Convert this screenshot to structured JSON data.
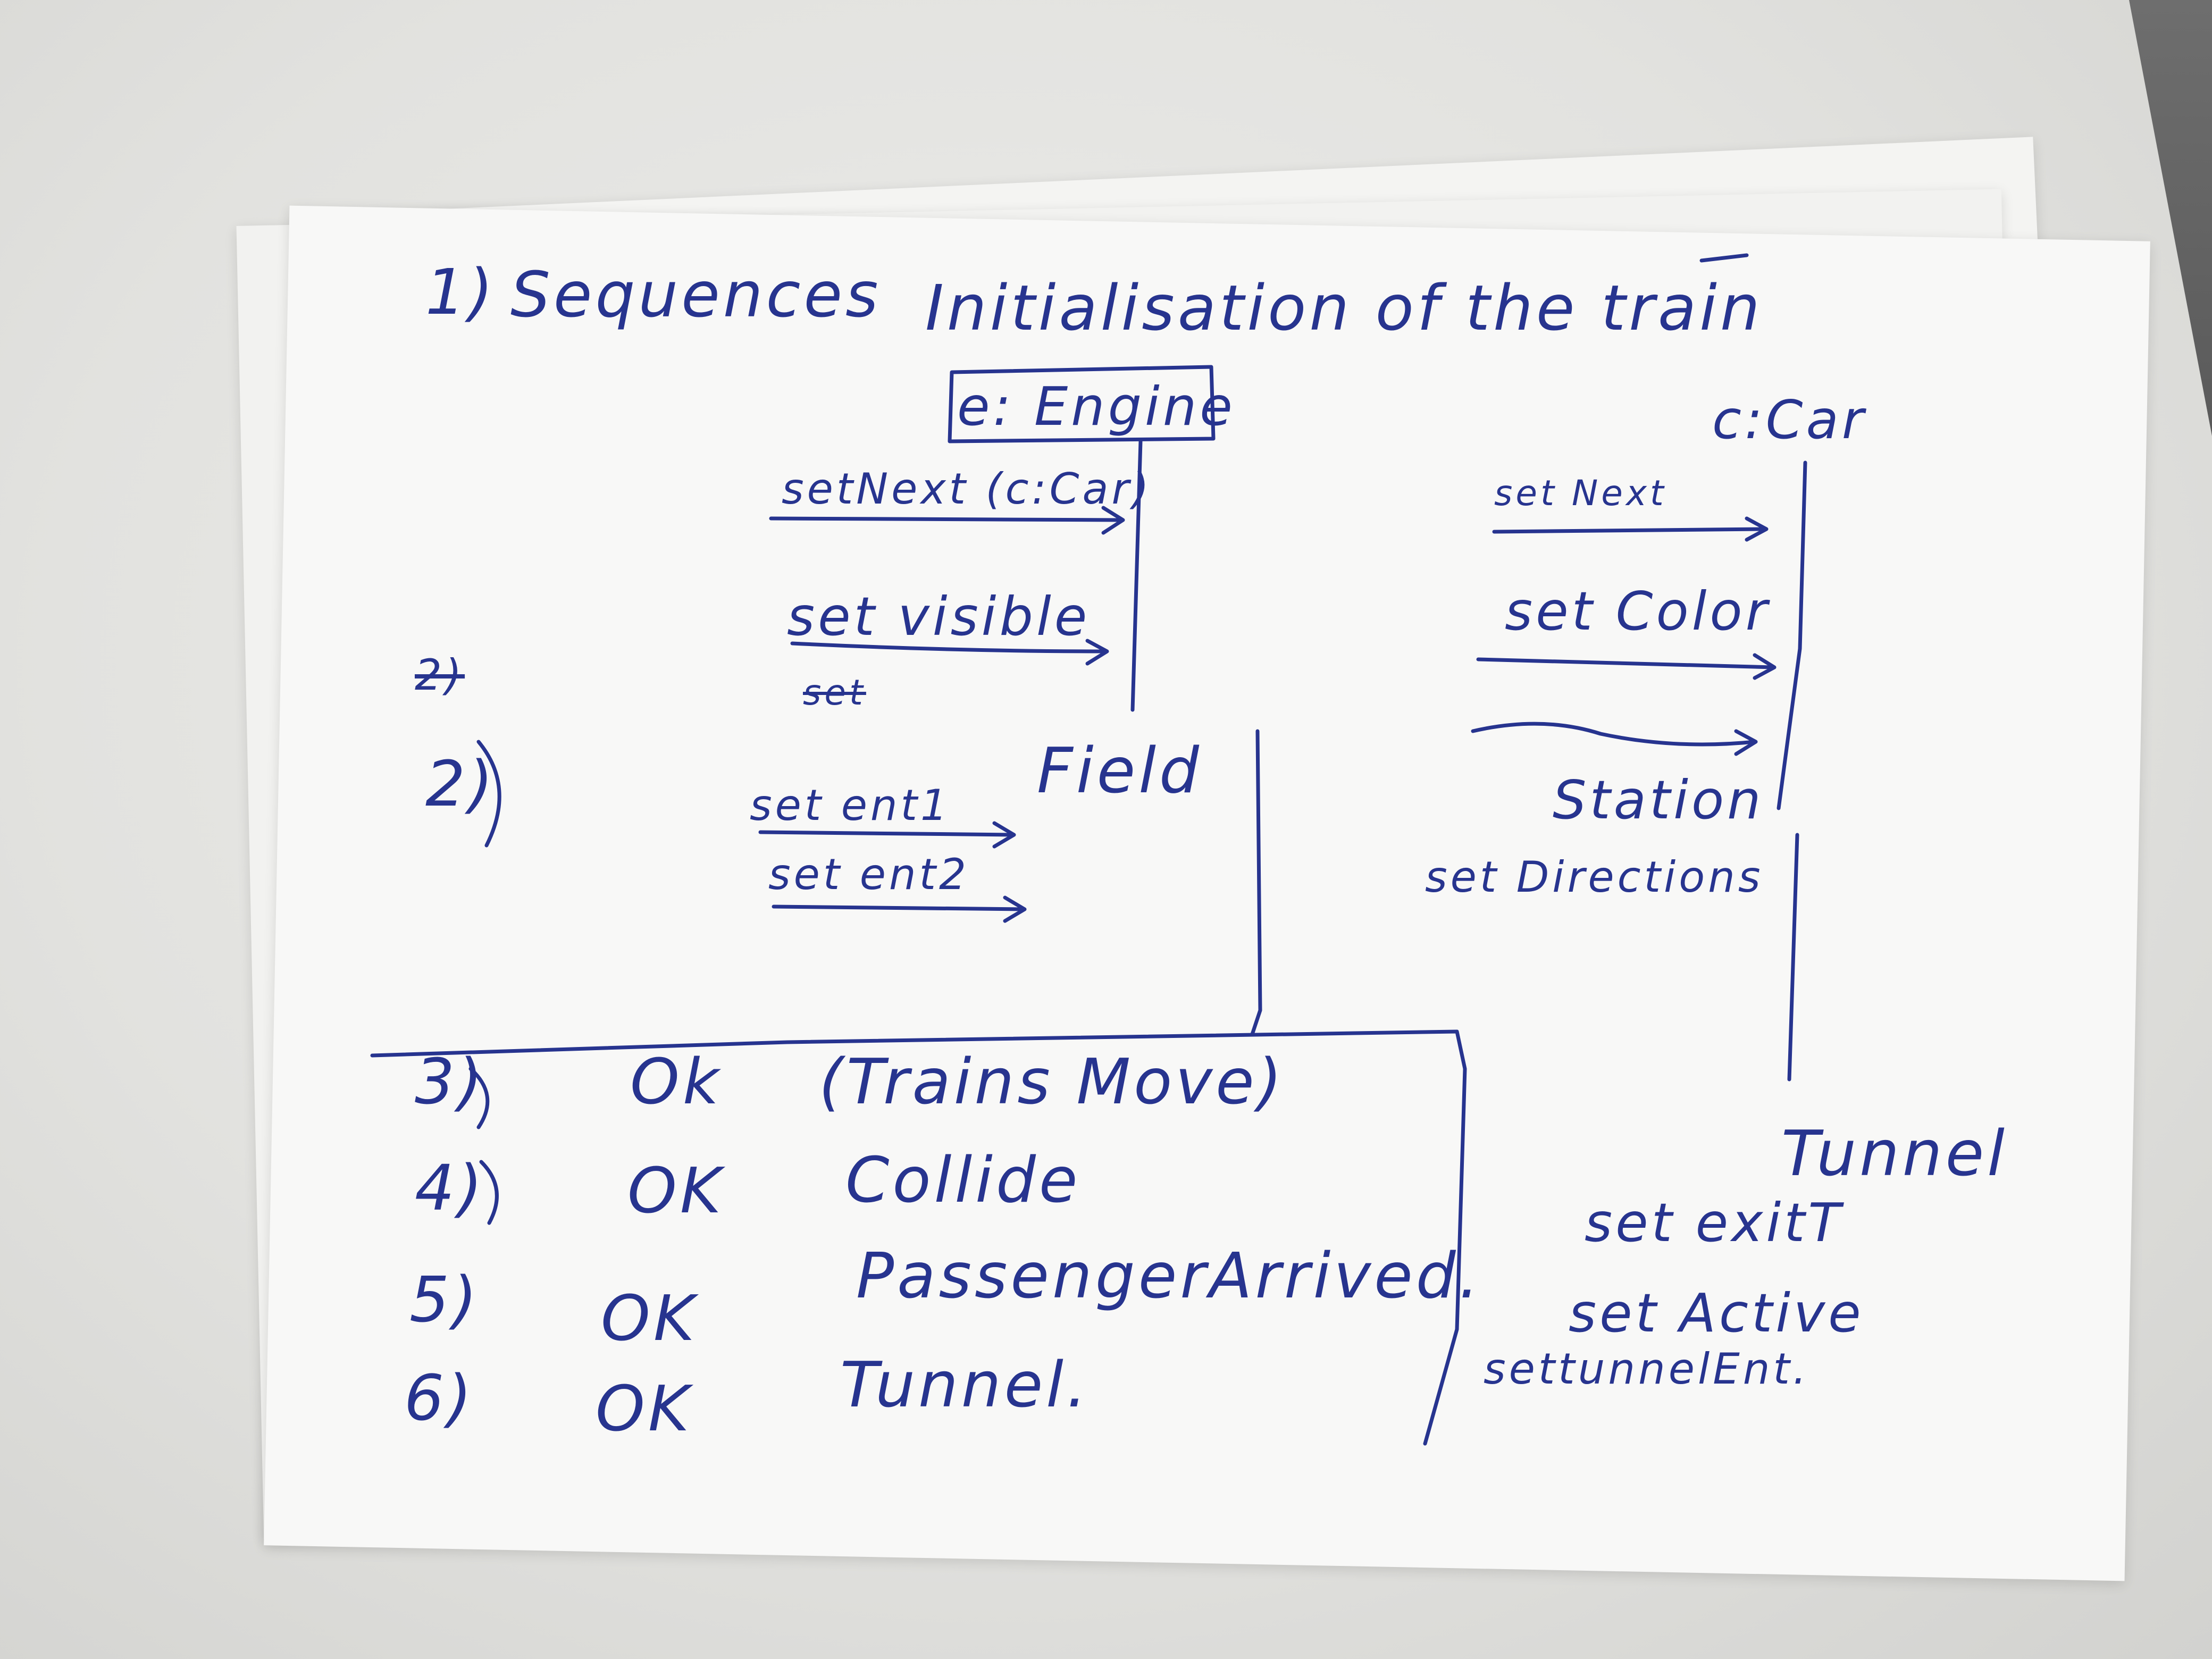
{
  "heading": {
    "number": "1)",
    "title": "Sequences",
    "subtitle": "Initialisation of the train"
  },
  "engine_box": "e: Engine",
  "engine_messages": [
    "setNext (c:Car)",
    "set visible",
    "set"
  ],
  "car_label": "c:Car",
  "car_messages": [
    "set Next",
    "set Color"
  ],
  "item_markers": [
    "2)",
    "2)",
    "3)",
    "4)",
    "5)",
    "6)"
  ],
  "field": {
    "label": "Field",
    "messages": [
      "set ent1",
      "set ent2"
    ]
  },
  "station": {
    "label": "Station",
    "message": "set Directions"
  },
  "checklist": [
    {
      "number": "3)",
      "status": "Ok",
      "text": "(Trains Move)"
    },
    {
      "number": "4)",
      "status": "OK",
      "text": "Collide"
    },
    {
      "number": "5)",
      "status": "OK",
      "text": "PassengerArrived."
    },
    {
      "number": "6)",
      "status": "OK",
      "text": "Tunnel."
    }
  ],
  "tunnel": {
    "label": "Tunnel",
    "messages": [
      "set exitT",
      "set Active",
      "settunnelEnt."
    ]
  }
}
